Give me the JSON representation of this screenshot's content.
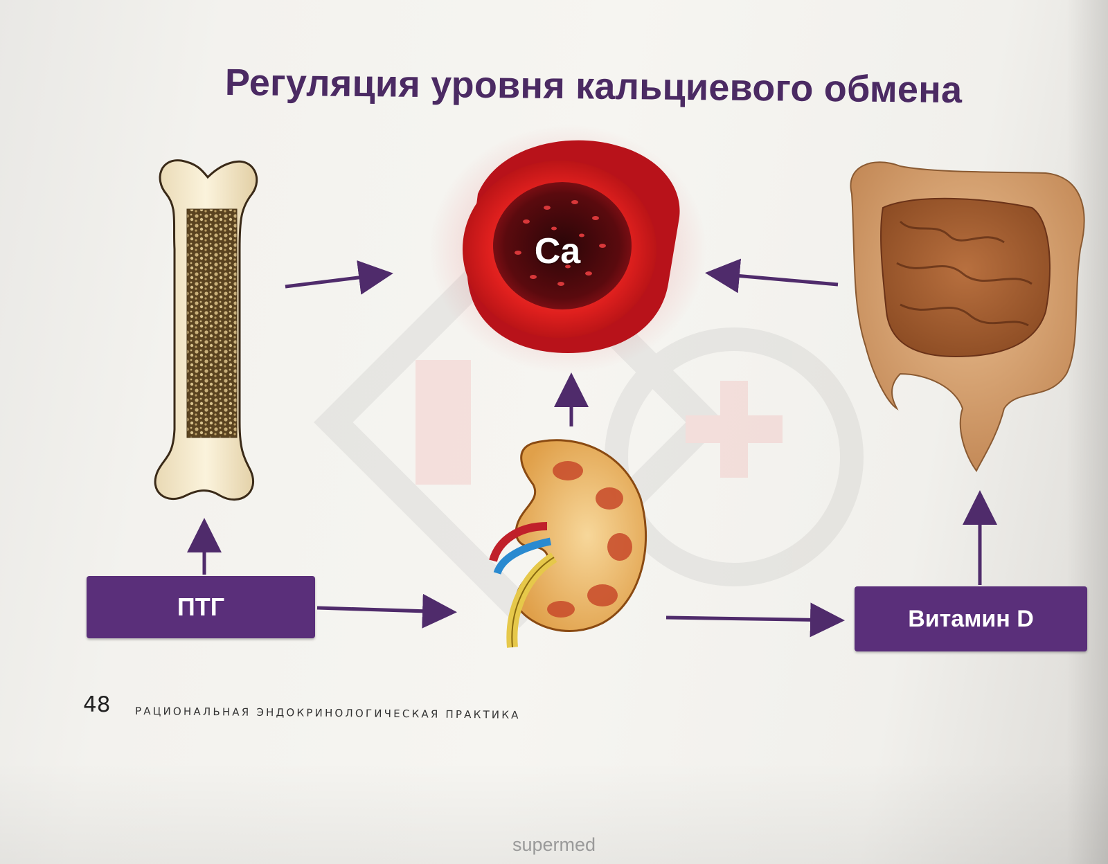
{
  "title": "Регуляция уровня кальциевого обмена",
  "nodes": {
    "bone": {
      "icon": "bone-icon"
    },
    "blood_vessel": {
      "icon": "blood-vessel-icon",
      "label": "Ca"
    },
    "intestine": {
      "icon": "intestine-icon"
    },
    "kidney": {
      "icon": "kidney-icon"
    },
    "ptg": {
      "label": "ПТГ"
    },
    "vitamin_d": {
      "label": "Витамин D"
    }
  },
  "edges": [
    {
      "from": "bone",
      "to": "blood_vessel"
    },
    {
      "from": "intestine",
      "to": "blood_vessel"
    },
    {
      "from": "kidney",
      "to": "blood_vessel"
    },
    {
      "from": "ptg",
      "to": "bone"
    },
    {
      "from": "ptg",
      "to": "kidney"
    },
    {
      "from": "kidney",
      "to": "vitamin_d"
    },
    {
      "from": "vitamin_d",
      "to": "intestine"
    }
  ],
  "footer": {
    "page_number": "48",
    "running_head": "РАЦИОНАЛЬНАЯ ЭНДОКРИНОЛОГИЧЕСКАЯ ПРАКТИКА",
    "watermark": "supermed"
  },
  "colors": {
    "accent": "#5a2f7a",
    "title": "#4b2a63",
    "arrow": "#4f2b6b",
    "blood": "#c8141c"
  }
}
